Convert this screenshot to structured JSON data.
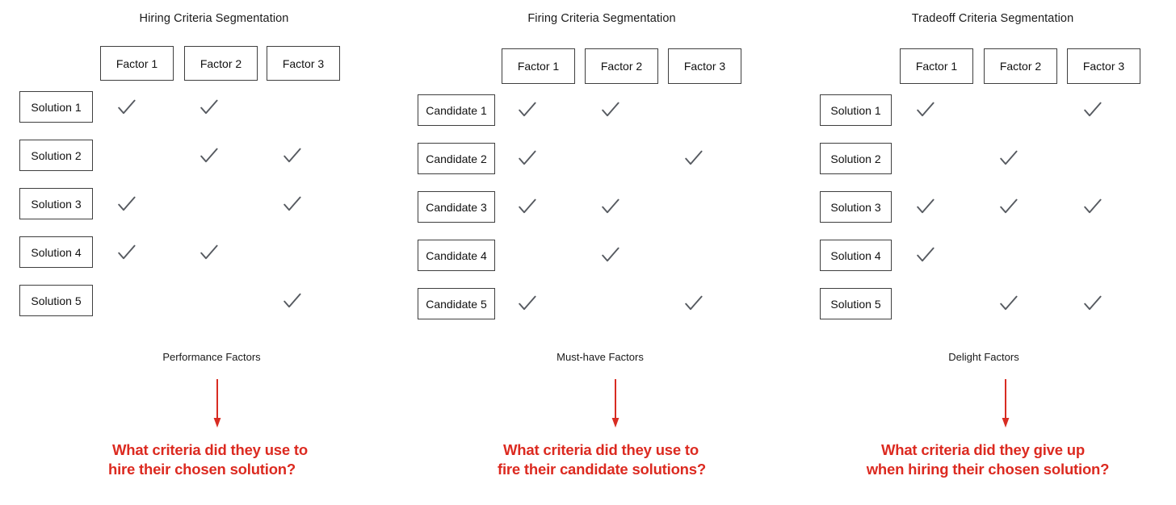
{
  "colors": {
    "check": "#565a60",
    "box_border": "#3f3f3f",
    "arrow_red": "#d82c22",
    "question_red": "#dc2a20",
    "background": "#ffffff",
    "title_text": "#1a1a1a"
  },
  "icons": {
    "check": "check-icon",
    "arrow": "down-arrow-icon"
  },
  "panels": [
    {
      "title": "Hiring Criteria Segmentation",
      "columns": [
        "Factor 1",
        "Factor 2",
        "Factor 3"
      ],
      "rows": [
        {
          "label": "Solution 1",
          "checks": [
            true,
            true,
            false
          ]
        },
        {
          "label": "Solution 2",
          "checks": [
            false,
            true,
            true
          ]
        },
        {
          "label": "Solution 3",
          "checks": [
            true,
            false,
            true
          ]
        },
        {
          "label": "Solution 4",
          "checks": [
            true,
            true,
            false
          ]
        },
        {
          "label": "Solution 5",
          "checks": [
            false,
            false,
            true
          ]
        }
      ],
      "factor_kind": "Performance Factors",
      "question": "What criteria did they use to\nhire their chosen solution?"
    },
    {
      "title": "Firing Criteria Segmentation",
      "columns": [
        "Factor 1",
        "Factor 2",
        "Factor 3"
      ],
      "rows": [
        {
          "label": "Candidate 1",
          "checks": [
            true,
            true,
            false
          ]
        },
        {
          "label": "Candidate 2",
          "checks": [
            true,
            false,
            true
          ]
        },
        {
          "label": "Candidate 3",
          "checks": [
            true,
            true,
            false
          ]
        },
        {
          "label": "Candidate 4",
          "checks": [
            false,
            true,
            false
          ]
        },
        {
          "label": "Candidate 5",
          "checks": [
            true,
            false,
            true
          ]
        }
      ],
      "factor_kind": "Must-have Factors",
      "question": "What criteria did they use to\nfire their candidate solutions?"
    },
    {
      "title": "Tradeoff Criteria Segmentation",
      "columns": [
        "Factor 1",
        "Factor 2",
        "Factor 3"
      ],
      "rows": [
        {
          "label": "Solution 1",
          "checks": [
            true,
            false,
            true
          ]
        },
        {
          "label": "Solution 2",
          "checks": [
            false,
            true,
            false
          ]
        },
        {
          "label": "Solution 3",
          "checks": [
            true,
            true,
            true
          ]
        },
        {
          "label": "Solution 4",
          "checks": [
            true,
            false,
            false
          ]
        },
        {
          "label": "Solution 5",
          "checks": [
            false,
            true,
            true
          ]
        }
      ],
      "factor_kind": "Delight Factors",
      "question": "What criteria did they give up\nwhen hiring their chosen solution?"
    }
  ]
}
